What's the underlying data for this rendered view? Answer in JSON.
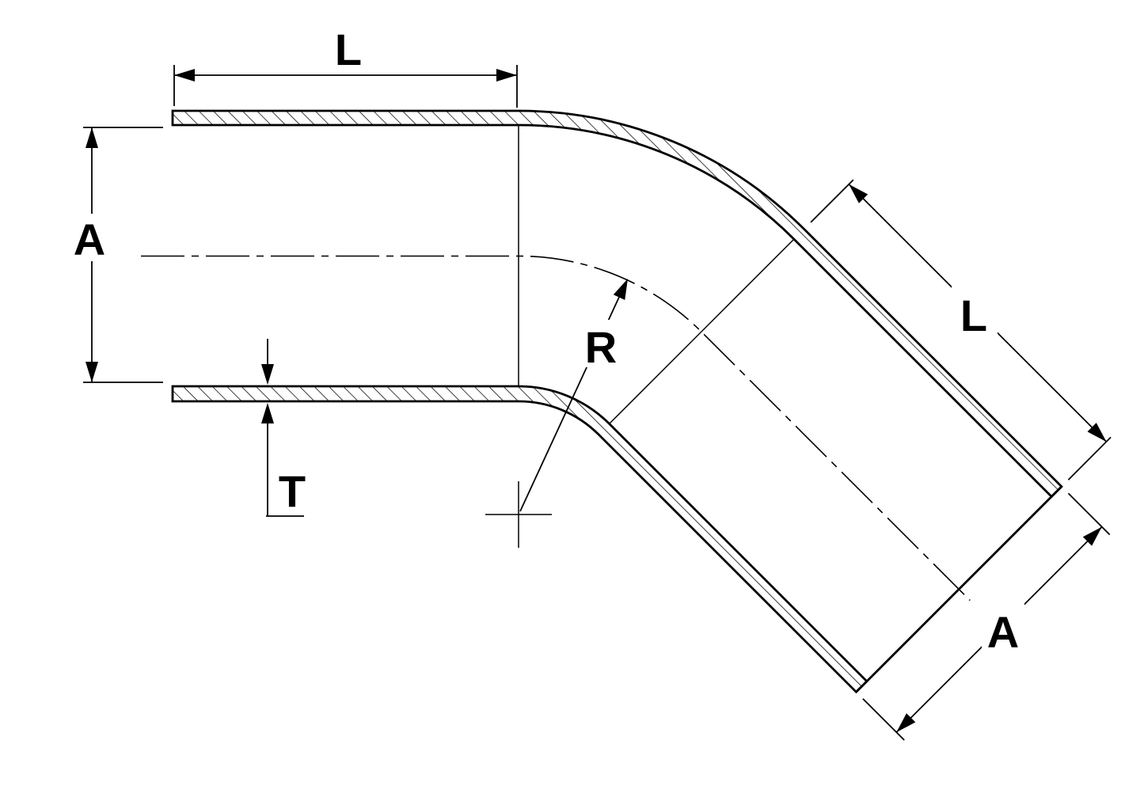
{
  "meta": {
    "title": "45-degree elbow tube technical drawing",
    "background_color": "#ffffff",
    "line_color": "#000000"
  },
  "labels": {
    "length_top": "L",
    "diameter_left": "A",
    "wall_thickness": "T",
    "bend_radius": "R",
    "length_diagonal": "L",
    "diameter_diagonal": "A"
  }
}
